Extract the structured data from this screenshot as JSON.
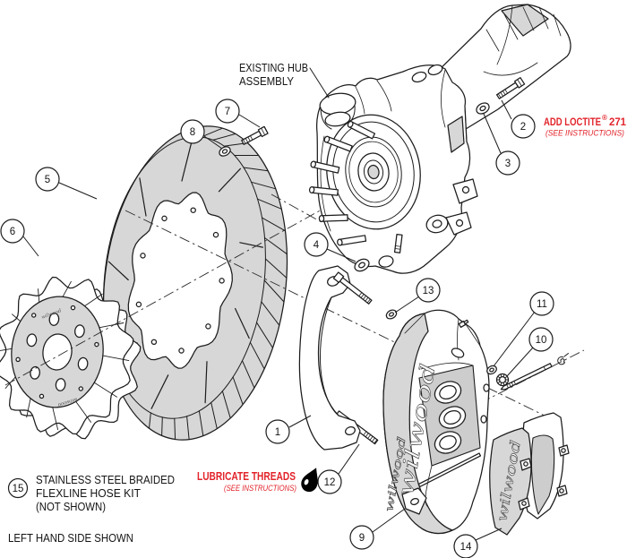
{
  "colors": {
    "red": "#e2242b",
    "line": "#1c1c1c",
    "gray_fill": "#d7d7d7",
    "background": "#ffffff"
  },
  "notes": {
    "hub_line1": "EXISTING HUB",
    "hub_line2": "ASSEMBLY",
    "loctite_label": "ADD LOCTITE",
    "loctite_reg": "®",
    "loctite_num": "271",
    "loctite_sub": "(SEE INSTRUCTIONS)",
    "lubricate_label": "LUBRICATE THREADS",
    "lubricate_sub": "(SEE INSTRUCTIONS)",
    "hose_line1": "STAINLESS STEEL BRAIDED",
    "hose_line2": "FLEXLINE HOSE KIT",
    "hose_line3": "(NOT SHOWN)",
    "side_note": "LEFT HAND SIDE SHOWN",
    "brand": "wilwood"
  },
  "callouts": [
    {
      "num": "1"
    },
    {
      "num": "2"
    },
    {
      "num": "3"
    },
    {
      "num": "4"
    },
    {
      "num": "5"
    },
    {
      "num": "6"
    },
    {
      "num": "7"
    },
    {
      "num": "8"
    },
    {
      "num": "9"
    },
    {
      "num": "10"
    },
    {
      "num": "11"
    },
    {
      "num": "12"
    },
    {
      "num": "13"
    },
    {
      "num": "14"
    },
    {
      "num": "15"
    }
  ]
}
